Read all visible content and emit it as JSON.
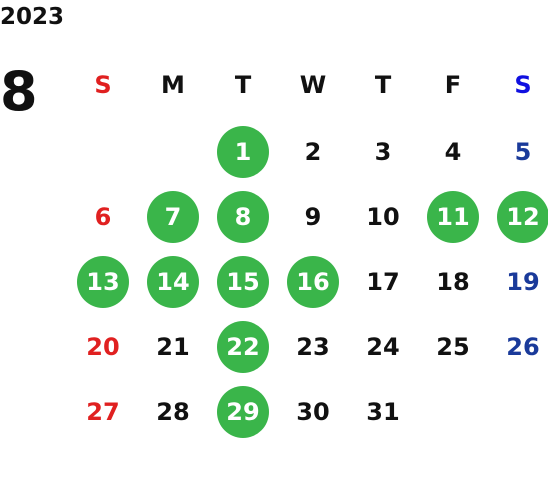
{
  "calendar": {
    "year": "2023",
    "month": "8",
    "weekdays": [
      "S",
      "M",
      "T",
      "W",
      "T",
      "F",
      "S"
    ],
    "colors": {
      "sunday": "#e02020",
      "saturday": "#1a3a9a",
      "saturday_header": "#1010e0",
      "highlight": "#3ab54a"
    },
    "weeks": [
      [
        {
          "day": ""
        },
        {
          "day": ""
        },
        {
          "day": "1",
          "marked": true
        },
        {
          "day": "2"
        },
        {
          "day": "3"
        },
        {
          "day": "4"
        },
        {
          "day": "5"
        }
      ],
      [
        {
          "day": "6"
        },
        {
          "day": "7",
          "marked": true
        },
        {
          "day": "8",
          "marked": true
        },
        {
          "day": "9"
        },
        {
          "day": "10"
        },
        {
          "day": "11",
          "marked": true
        },
        {
          "day": "12",
          "marked": true
        }
      ],
      [
        {
          "day": "13",
          "marked": true
        },
        {
          "day": "14",
          "marked": true
        },
        {
          "day": "15",
          "marked": true
        },
        {
          "day": "16",
          "marked": true
        },
        {
          "day": "17"
        },
        {
          "day": "18"
        },
        {
          "day": "19"
        }
      ],
      [
        {
          "day": "20"
        },
        {
          "day": "21"
        },
        {
          "day": "22",
          "marked": true
        },
        {
          "day": "23"
        },
        {
          "day": "24"
        },
        {
          "day": "25"
        },
        {
          "day": "26"
        }
      ],
      [
        {
          "day": "27"
        },
        {
          "day": "28"
        },
        {
          "day": "29",
          "marked": true
        },
        {
          "day": "30"
        },
        {
          "day": "31"
        },
        {
          "day": ""
        },
        {
          "day": ""
        }
      ]
    ]
  }
}
